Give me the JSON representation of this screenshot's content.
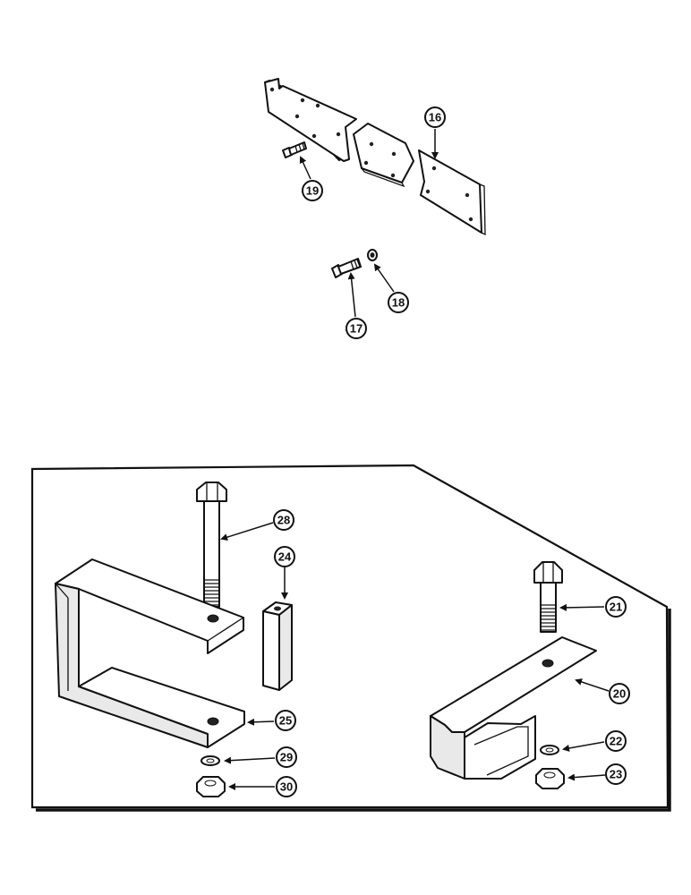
{
  "callouts": {
    "c16": "16",
    "c17": "17",
    "c18": "18",
    "c19": "19",
    "c20": "20",
    "c21": "21",
    "c22": "22",
    "c23": "23",
    "c24": "24",
    "c25": "25",
    "c28": "28",
    "c29": "29",
    "c30": "30"
  }
}
